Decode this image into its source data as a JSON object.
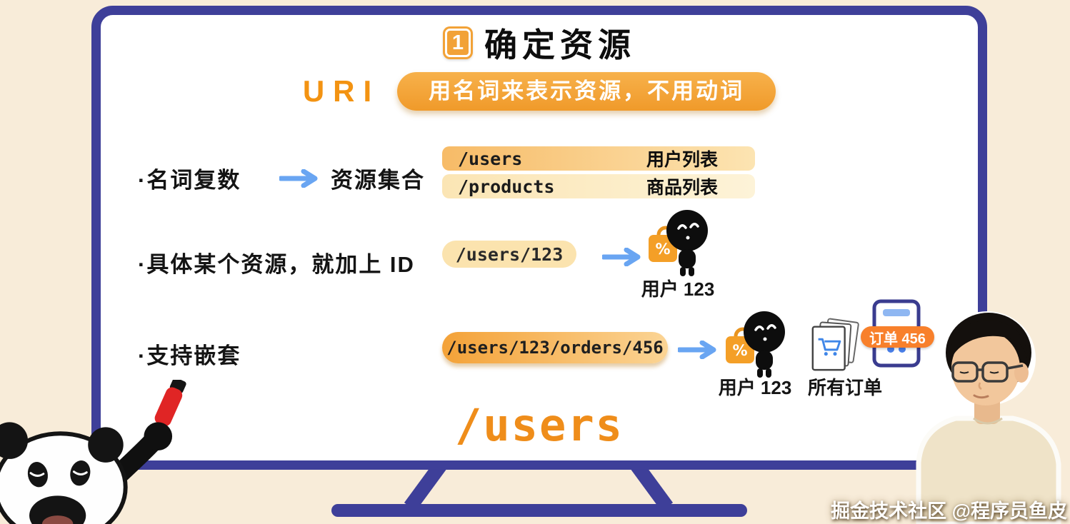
{
  "colors": {
    "background": "#f8ecd9",
    "frame_navy": "#3e3f99",
    "accent_orange": "#f2a12f",
    "arrow_blue": "#69a5f2",
    "pill_pale": "#fbe3ae",
    "badge_orange": "#f8802b",
    "big_path_orange": "#ef8d1a"
  },
  "title": {
    "badge": "1",
    "text": "确定资源"
  },
  "uri": {
    "label": "URI",
    "pill": "用名词来表示资源，不用动词"
  },
  "rule1": {
    "bullet": "·名词复数",
    "result": "资源集合",
    "examples": [
      {
        "path": "/users",
        "desc": "用户列表"
      },
      {
        "path": "/products",
        "desc": "商品列表"
      }
    ]
  },
  "rule2": {
    "bullet": "·具体某个资源，就加上 ID",
    "path": "/users/123",
    "caption": "用户 123"
  },
  "rule3": {
    "bullet": "·支持嵌套",
    "path": "/users/123/orders/456",
    "user_caption": "用户 123",
    "orders_caption": "所有订单",
    "order_badge": "订单 456"
  },
  "footer": {
    "big_path": "/users"
  },
  "watermark": {
    "text": "掘金技术社区 @程序员鱼皮"
  },
  "icons": {
    "bag_percent": "%"
  }
}
